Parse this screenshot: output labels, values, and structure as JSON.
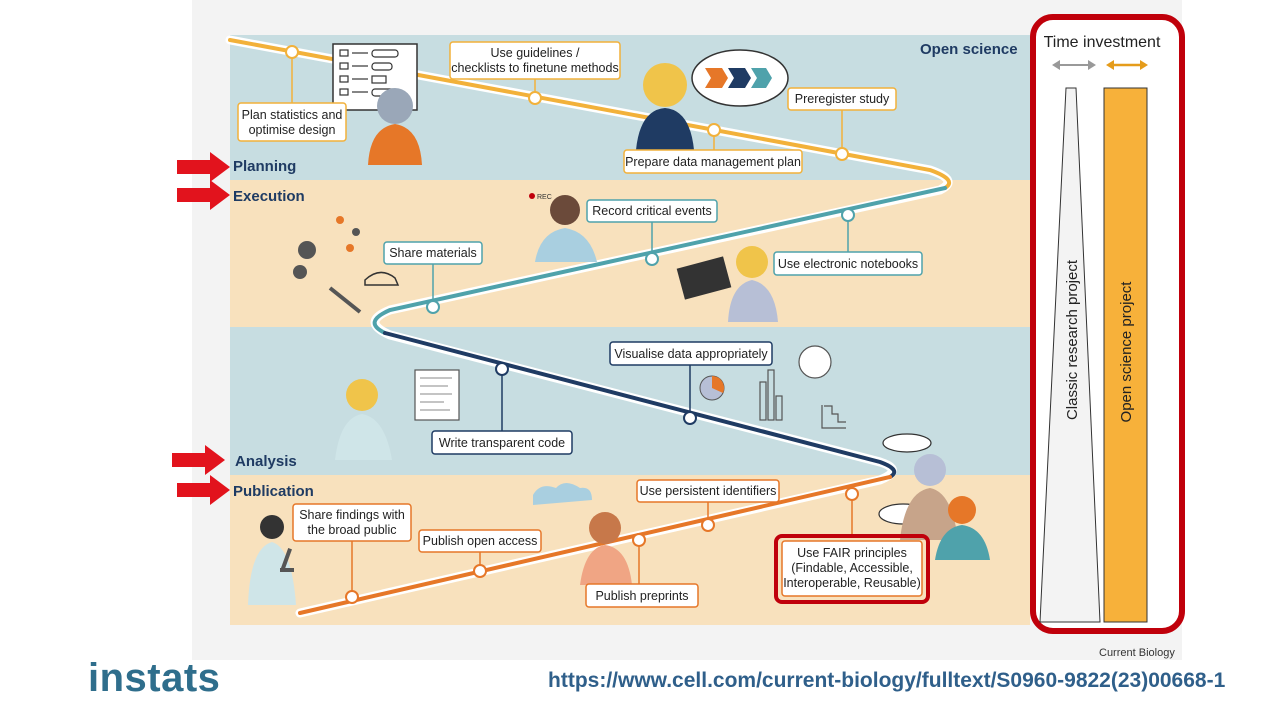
{
  "header": {
    "open_science": "Open science"
  },
  "phases": {
    "planning": "Planning",
    "execution": "Execution",
    "analysis": "Analysis",
    "publication": "Publication"
  },
  "steps": {
    "plan_stats": [
      "Plan statistics and",
      "optimise design"
    ],
    "guidelines": [
      "Use guidelines /",
      "checklists to finetune methods"
    ],
    "preregister": "Preregister study",
    "data_mgmt": "Prepare data management plan",
    "record_events": "Record critical events",
    "share_materials": "Share materials",
    "electronic_notebooks": "Use electronic notebooks",
    "visualise": "Visualise data appropriately",
    "transparent_code": "Write transparent code",
    "share_findings": [
      "Share findings with",
      "the broad public"
    ],
    "persistent_ids": "Use persistent identifiers",
    "open_access": "Publish open access",
    "fair": [
      "Use FAIR principles",
      "(Findable, Accessible,",
      "Interoperable, Reusable)"
    ],
    "preprints": "Publish preprints"
  },
  "time_panel": {
    "title": "Time investment",
    "classic": "Classic research project",
    "open": "Open science project"
  },
  "icons": {
    "rec_label": "REC"
  },
  "colors": {
    "planning_band": "#c7dde1",
    "execution_band": "#f8e1bd",
    "path_planning": "#f2b13a",
    "path_execution": "#4fa2ab",
    "path_analysis": "#1f3b63",
    "path_publication": "#e67728",
    "highlight_red": "#c0000b",
    "open_bar": "#f7b13a"
  },
  "credit": "Current Biology",
  "logo": "instats",
  "url": "https://www.cell.com/current-biology/fulltext/S0960-9822(23)00668-1"
}
